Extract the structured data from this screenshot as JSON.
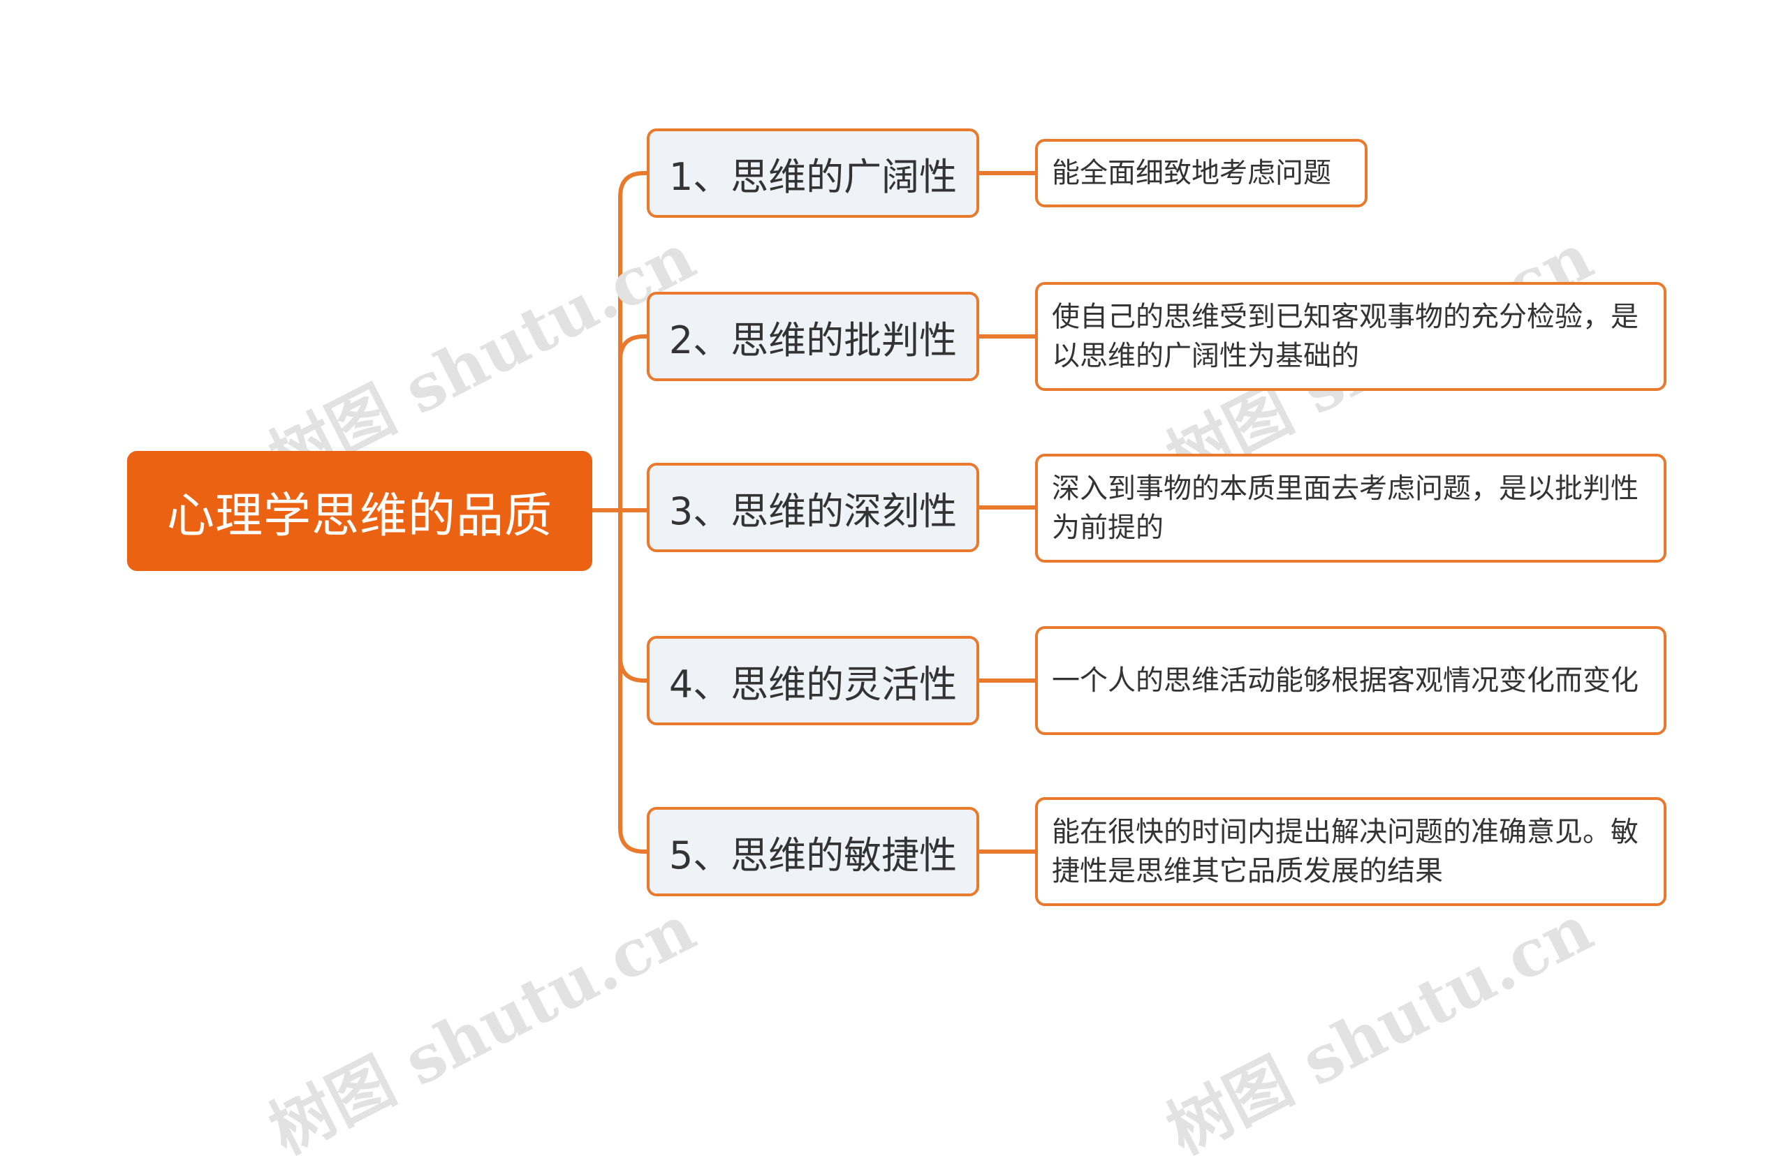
{
  "root": {
    "label": "心理学思维的品质"
  },
  "branches": [
    {
      "label": "1、思维的广阔性",
      "detail": "能全面细致地考虑问题"
    },
    {
      "label": "2、思维的批判性",
      "detail": "使自己的思维受到已知客观事物的充分检验，是以思维的广阔性为基础的"
    },
    {
      "label": "3、思维的深刻性",
      "detail": "深入到事物的本质里面去考虑问题，是以批判性为前提的"
    },
    {
      "label": "4、思维的灵活性",
      "detail": "一个人的思维活动能够根据客观情况变化而变化"
    },
    {
      "label": "5、思维的敏捷性",
      "detail": "能在很快的时间内提出解决问题的准确意见。敏捷性是思维其它品质发展的结果"
    }
  ],
  "watermark": {
    "text": "树图 shutu.cn"
  },
  "colors": {
    "accent": "#ec6213",
    "connector": "#e8792d",
    "branch_fill": "#eff2f7",
    "text": "#333333"
  }
}
